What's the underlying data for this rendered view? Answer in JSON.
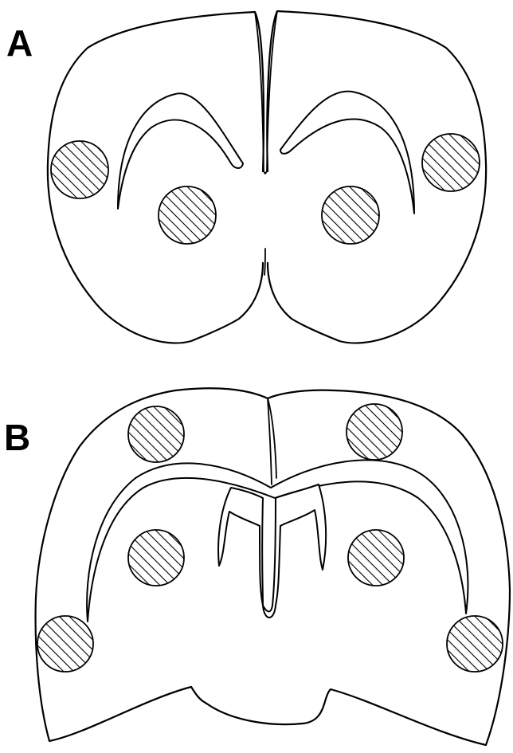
{
  "figure": {
    "panels": [
      {
        "label": "A",
        "lesion_site_count": 4
      },
      {
        "label": "B",
        "lesion_site_count": 6
      }
    ],
    "colors": {
      "line": "#000000",
      "background": "#ffffff",
      "hatch": "#000000"
    }
  }
}
